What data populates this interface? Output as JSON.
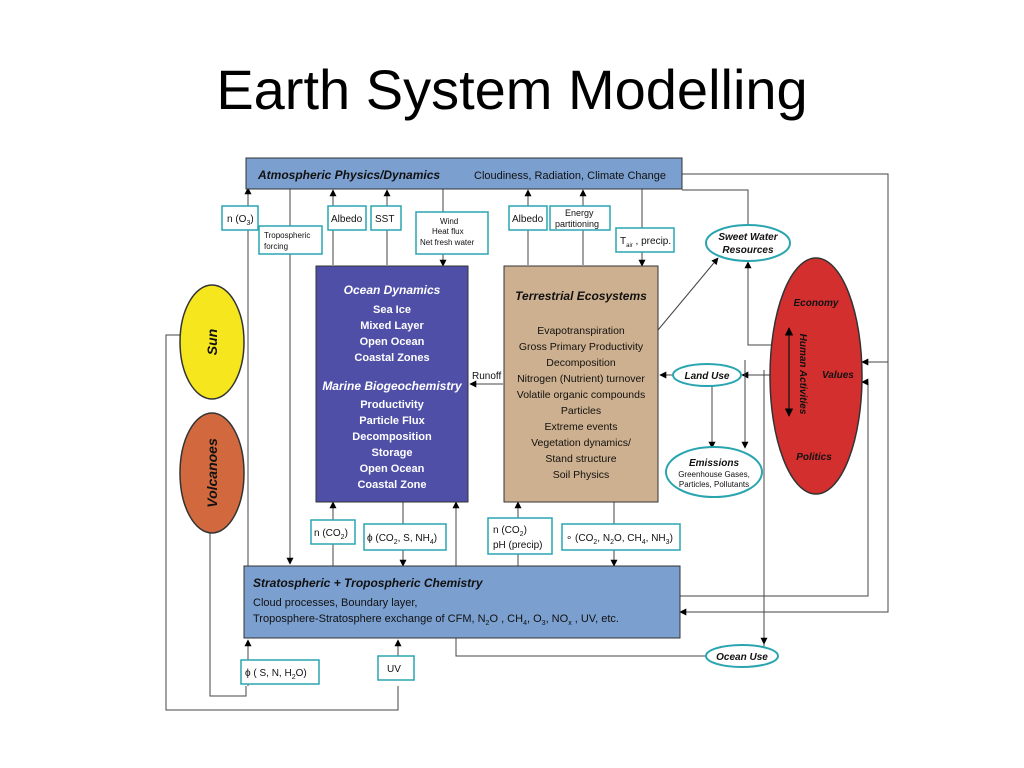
{
  "slide": {
    "title": "Earth System Modelling"
  },
  "atmosphere": {
    "title": "Atmospheric Physics/Dynamics",
    "subtitle": "Cloudiness, Radiation, Climate Change"
  },
  "ocean": {
    "title": "Ocean Dynamics",
    "items": [
      "Sea Ice",
      "Mixed Layer",
      "Open Ocean",
      "Coastal Zones"
    ],
    "title2": "Marine Biogeochemistry",
    "items2": [
      "Productivity",
      "Particle Flux",
      "Decomposition",
      "Storage",
      "Open Ocean",
      "Coastal Zone"
    ]
  },
  "terrestrial": {
    "title": "Terrestrial Ecosystems",
    "items": [
      "Evapotranspiration",
      "Gross Primary Productivity",
      "Decomposition",
      "Nitrogen (Nutrient) turnover",
      "Volatile organic compounds",
      "Particles",
      "Extreme events",
      "Vegetation dynamics/",
      "Stand structure",
      "Soil Physics"
    ]
  },
  "chemistry": {
    "title": "Stratospheric + Tropospheric Chemistry",
    "line1": "Cloud processes, Boundary layer,",
    "line2_prefix": "Troposphere-Stratosphere exchange of CFM, N",
    "line2_mid1": "O , CH",
    "line2_mid2": ", O",
    "line2_mid3": ",  NO",
    "line2_suffix": " , UV, etc.",
    "sub2": "2",
    "sub4": "4",
    "sub3": "3",
    "subx": "x"
  },
  "labels": {
    "no3": "n (O",
    "no3_sub": "3",
    "tropo1": "Tropospheric",
    "tropo2": "forcing",
    "albedo1": "Albedo",
    "sst": "SST",
    "wind1": "Wind",
    "wind2": "Heat flux",
    "wind3": "Net fresh water",
    "albedo2": "Albedo",
    "energy1": "Energy",
    "energy2": "partitioning",
    "tair": "T",
    "tair_sub": "air",
    "tair_rest": " , precip.",
    "runoff": "Runoff",
    "nco2": "n (CO",
    "nco2_sub": "2",
    "phi_co2": "ϕ (CO",
    "phi_co2_mid": ", S, NH",
    "phi_co2_sub4": "4",
    "nco2_ph1": "n (CO",
    "nco2_ph2": "pH (precip)",
    "circ_co2": "∘ (CO",
    "circ_mid1": ", N",
    "circ_mid2": "O, CH",
    "circ_mid3": ", NH",
    "phi_snh": "ϕ ( S, N, H",
    "phi_snh_end": "O)",
    "uv": "UV",
    "close_paren": ")"
  },
  "ovals": {
    "sweet1": "Sweet Water",
    "sweet2": "Resources",
    "land_use": "Land Use",
    "emissions": "Emissions",
    "emissions2": "Greenhouse Gases,",
    "emissions3": "Particles, Pollutants",
    "ocean_use": "Ocean Use",
    "sun": "Sun",
    "volcanoes": "Volcanoes",
    "economy": "Economy",
    "human": "Human Activities",
    "values": "Values",
    "politics": "Politics"
  },
  "colors": {
    "atmosphere": "#7b9fcf",
    "ocean": "#4f4fa8",
    "terrestrial": "#cdb08f",
    "chemistry": "#7b9fcf",
    "sun": "#f5e61e",
    "volcanoes": "#d2693e",
    "human": "#d42f2f",
    "label_border": "#2aa5b0"
  }
}
